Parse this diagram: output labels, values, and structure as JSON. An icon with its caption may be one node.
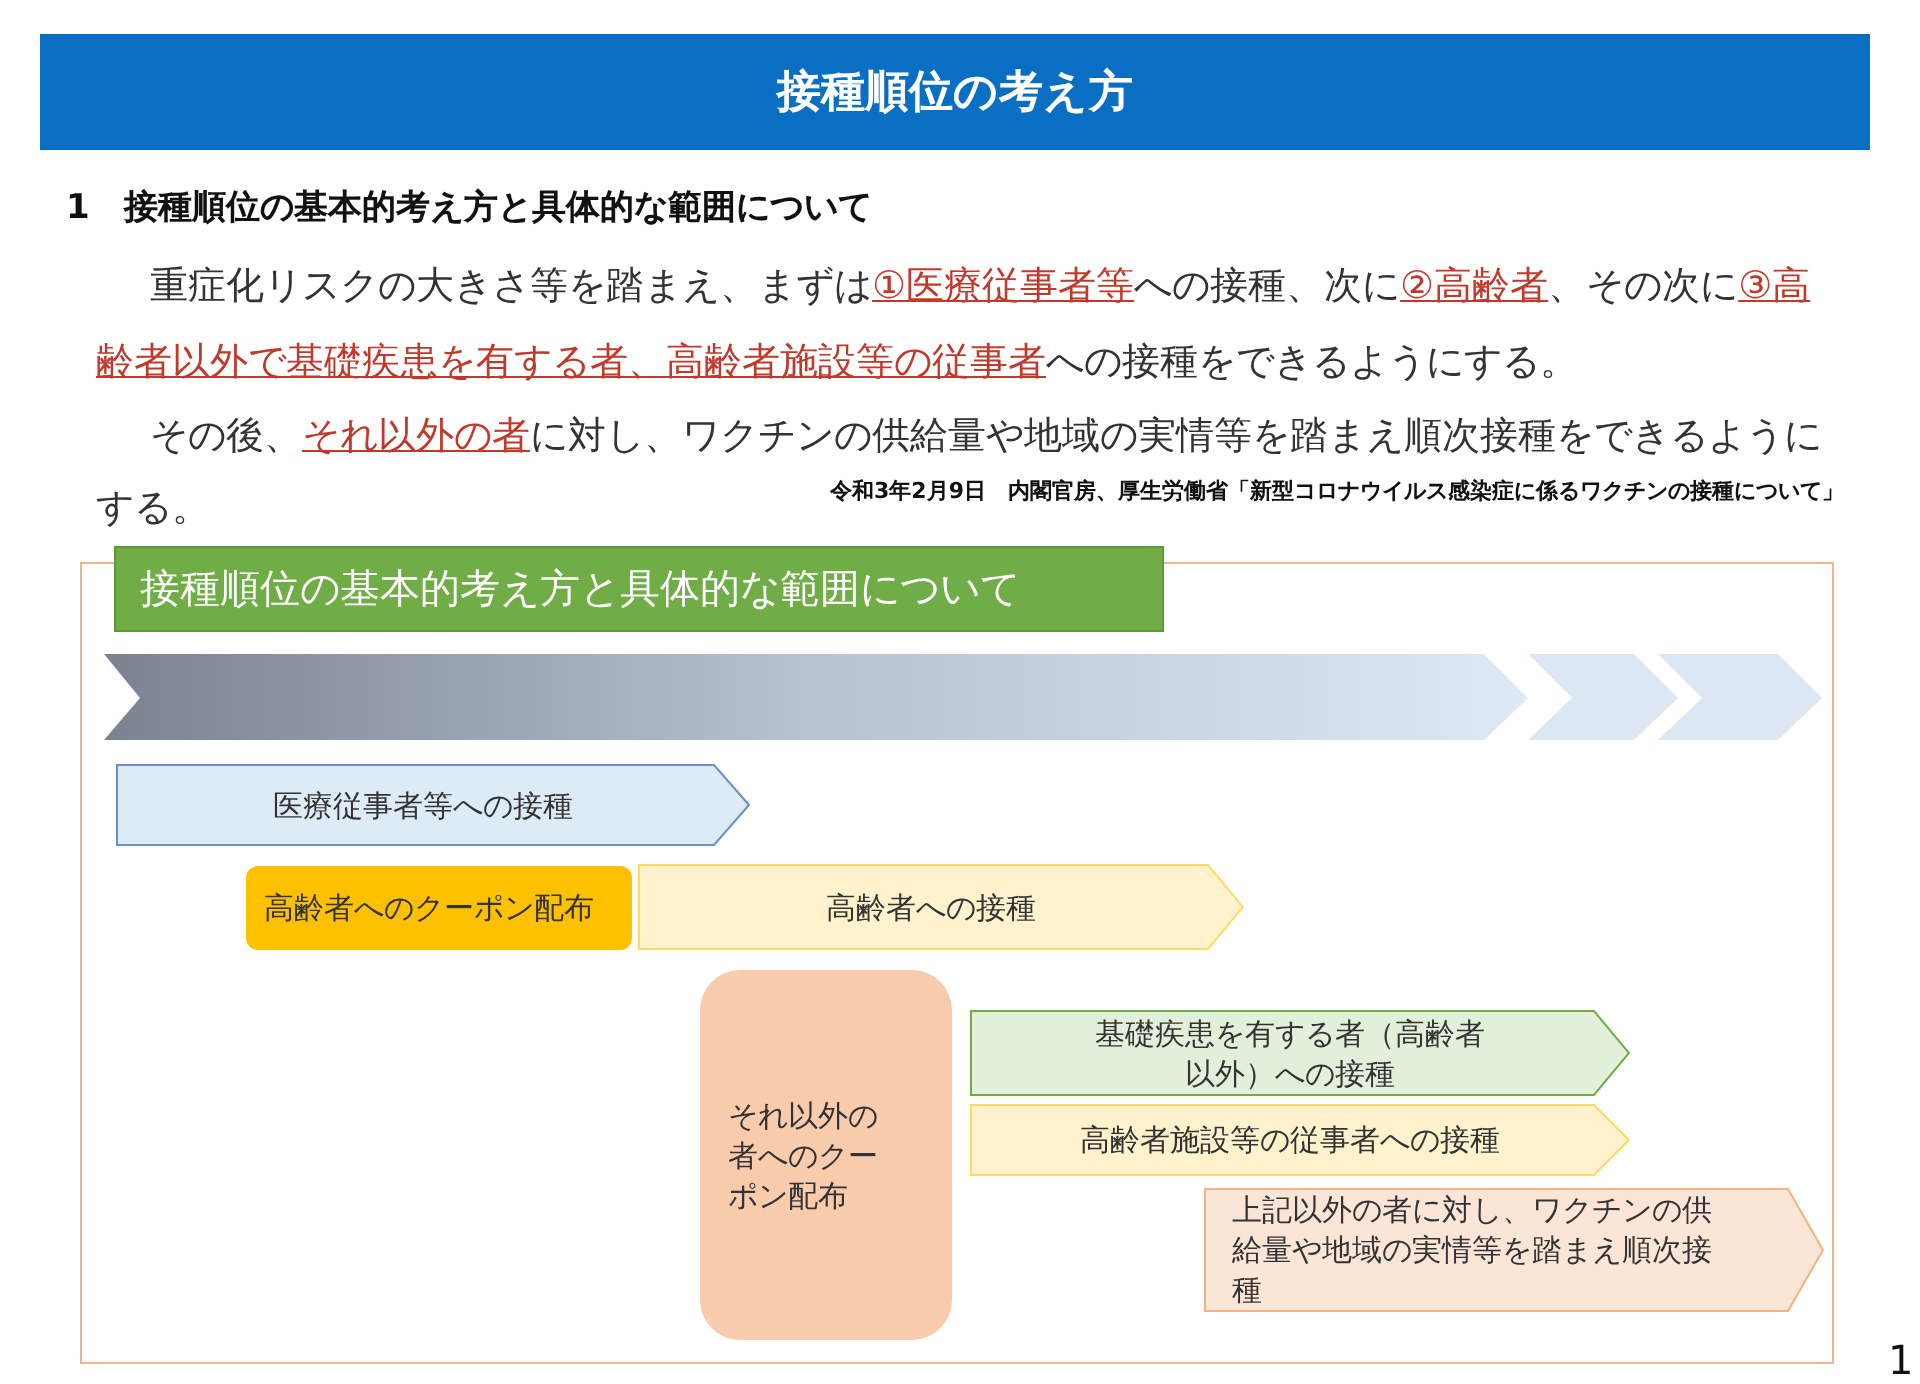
{
  "diagram": {
    "title": "接種順位の考え方",
    "nodes": [
      {
        "text": [
          "接種順位の基本的考え方と具体的な範囲について"
        ]
      },
      {
        "text": [
          "医療従事者等への接種"
        ],
        "in": 0
      },
      {
        "text": [
          "高齢者へのクーポン配布"
        ],
        "in": 0
      },
      {
        "text": [
          "高齢者への接種"
        ],
        "in": 0
      },
      {
        "text": [
          "それ以外の者へのクーポン配布"
        ],
        "in": 0
      },
      {
        "text": [
          "基礎疾患を有する者（高齢者以外）への接種"
        ],
        "in": 0
      },
      {
        "text": [
          "高齢者施設等の従事者への接種"
        ],
        "in": 0
      },
      {
        "text": [
          "上記以外の者に対し、ワクチンの供給量や地域の実情等を踏まえ順次接種"
        ],
        "in": 0
      }
    ],
    "labels": [
      "1　接種順位の基本的考え方と具体的な範囲について",
      "重症化リスクの大きさ等を踏まえ、まずは**①医療従事者等**への接種、次に**②高齢者**、その次に**③高齢者以外で基礎疾患を有する者、高齢者施設等の従事者**への接種をできるようにする。",
      "その後、**それ以外の者**に対し、ワクチンの供給量や地域の実情等を踏まえ順次接種をできるようにする。",
      "令和3年2月9日　内閣官房、厚生労働省「新型コロナウイルス感染症に係るワクチンの接種について」",
      "1"
    ]
  }
}
